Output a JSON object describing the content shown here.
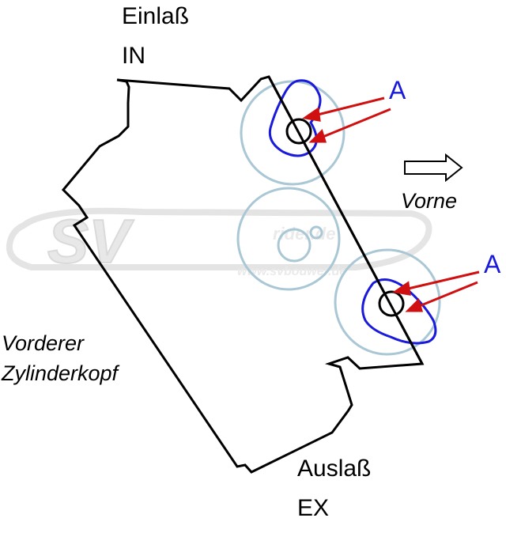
{
  "labels": {
    "intake_de": "Einlaß",
    "intake_en": "IN",
    "exhaust_de": "Auslaß",
    "exhaust_en": "EX",
    "front": "Vorne",
    "head_line1": "Vorderer",
    "head_line2": "Zylinderkopf",
    "marker_top": "A",
    "marker_bottom": "A"
  },
  "watermark": {
    "logo_text": "SV",
    "domain_text": "www.svbouwer.de",
    "domain_text2": "rider.de"
  },
  "colors": {
    "outline": "#000000",
    "cam": "#1a1adb",
    "arrow": "#d01010",
    "gear": "#a9c7d4",
    "watermark": "#c8c8c8"
  },
  "icons": {
    "front_arrow": "right-arrow-icon"
  }
}
